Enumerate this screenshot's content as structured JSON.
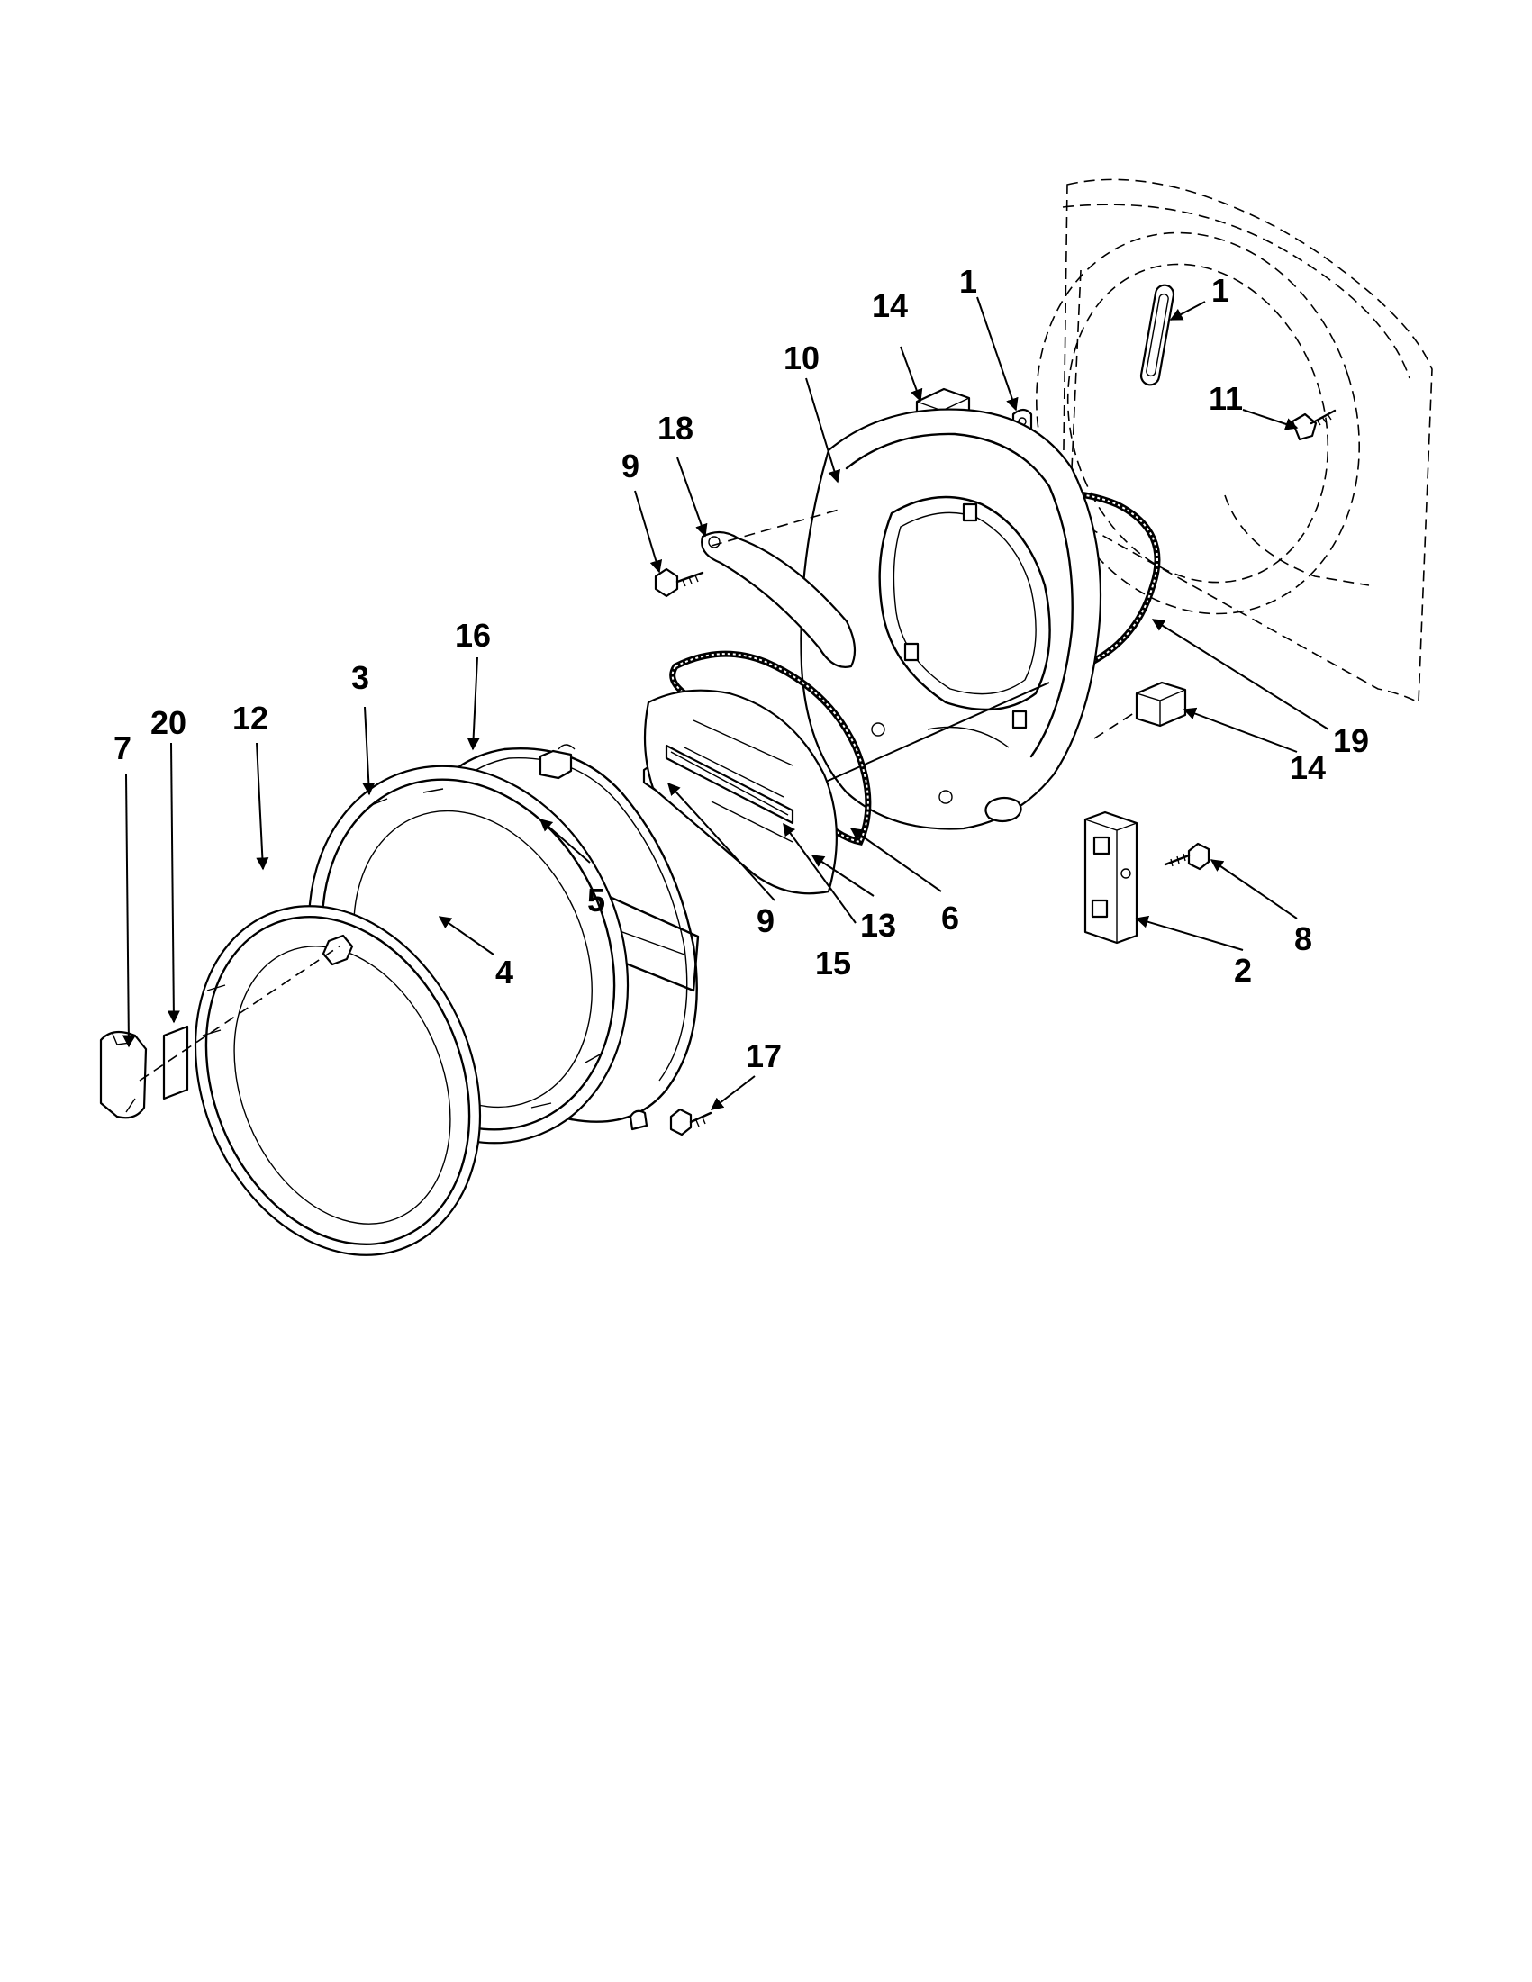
{
  "callouts": [
    {
      "id": "c1a",
      "label": "1"
    },
    {
      "id": "c1b",
      "label": "1"
    },
    {
      "id": "c2",
      "label": "2"
    },
    {
      "id": "c3",
      "label": "3"
    },
    {
      "id": "c4",
      "label": "4"
    },
    {
      "id": "c5",
      "label": "5"
    },
    {
      "id": "c6",
      "label": "6"
    },
    {
      "id": "c7",
      "label": "7"
    },
    {
      "id": "c8",
      "label": "8"
    },
    {
      "id": "c9a",
      "label": "9"
    },
    {
      "id": "c9b",
      "label": "9"
    },
    {
      "id": "c10",
      "label": "10"
    },
    {
      "id": "c11",
      "label": "11"
    },
    {
      "id": "c12",
      "label": "12"
    },
    {
      "id": "c13",
      "label": "13"
    },
    {
      "id": "c14a",
      "label": "14"
    },
    {
      "id": "c14b",
      "label": "14"
    },
    {
      "id": "c15",
      "label": "15"
    },
    {
      "id": "c16",
      "label": "16"
    },
    {
      "id": "c17",
      "label": "17"
    },
    {
      "id": "c18",
      "label": "18"
    },
    {
      "id": "c19",
      "label": "19"
    },
    {
      "id": "c20",
      "label": "20"
    }
  ]
}
